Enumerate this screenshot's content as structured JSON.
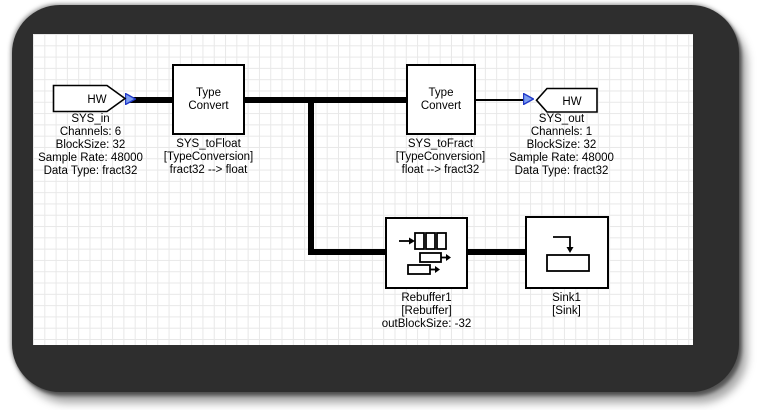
{
  "window": {
    "frame_color": "#2e2e2e",
    "canvas_bg": "#ffffff",
    "grid_color": "#e8e8e8"
  },
  "colors": {
    "wire": "#000000",
    "block_border": "#000000",
    "port_fill": "#7c9ef0",
    "port_stroke": "#2038c8"
  },
  "blocks": {
    "sys_in": {
      "tag": "HW",
      "name": "SYS_in",
      "props": [
        "Channels: 6",
        "BlockSize: 32",
        "Sample Rate: 48000",
        "Data Type: fract32"
      ]
    },
    "sys_to_float": {
      "label_line1": "Type",
      "label_line2": "Convert",
      "name": "SYS_toFloat",
      "type": "[TypeConversion]",
      "detail": "fract32 --> float"
    },
    "sys_to_fract": {
      "label_line1": "Type",
      "label_line2": "Convert",
      "name": "SYS_toFract",
      "type": "[TypeConversion]",
      "detail": "float --> fract32"
    },
    "sys_out": {
      "tag": "HW",
      "name": "SYS_out",
      "props": [
        "Channels: 1",
        "BlockSize: 32",
        "Sample Rate: 48000",
        "Data Type: fract32"
      ]
    },
    "rebuffer1": {
      "name": "Rebuffer1",
      "type": "[Rebuffer]",
      "detail": "outBlockSize: -32"
    },
    "sink1": {
      "name": "Sink1",
      "type": "[Sink]"
    }
  }
}
